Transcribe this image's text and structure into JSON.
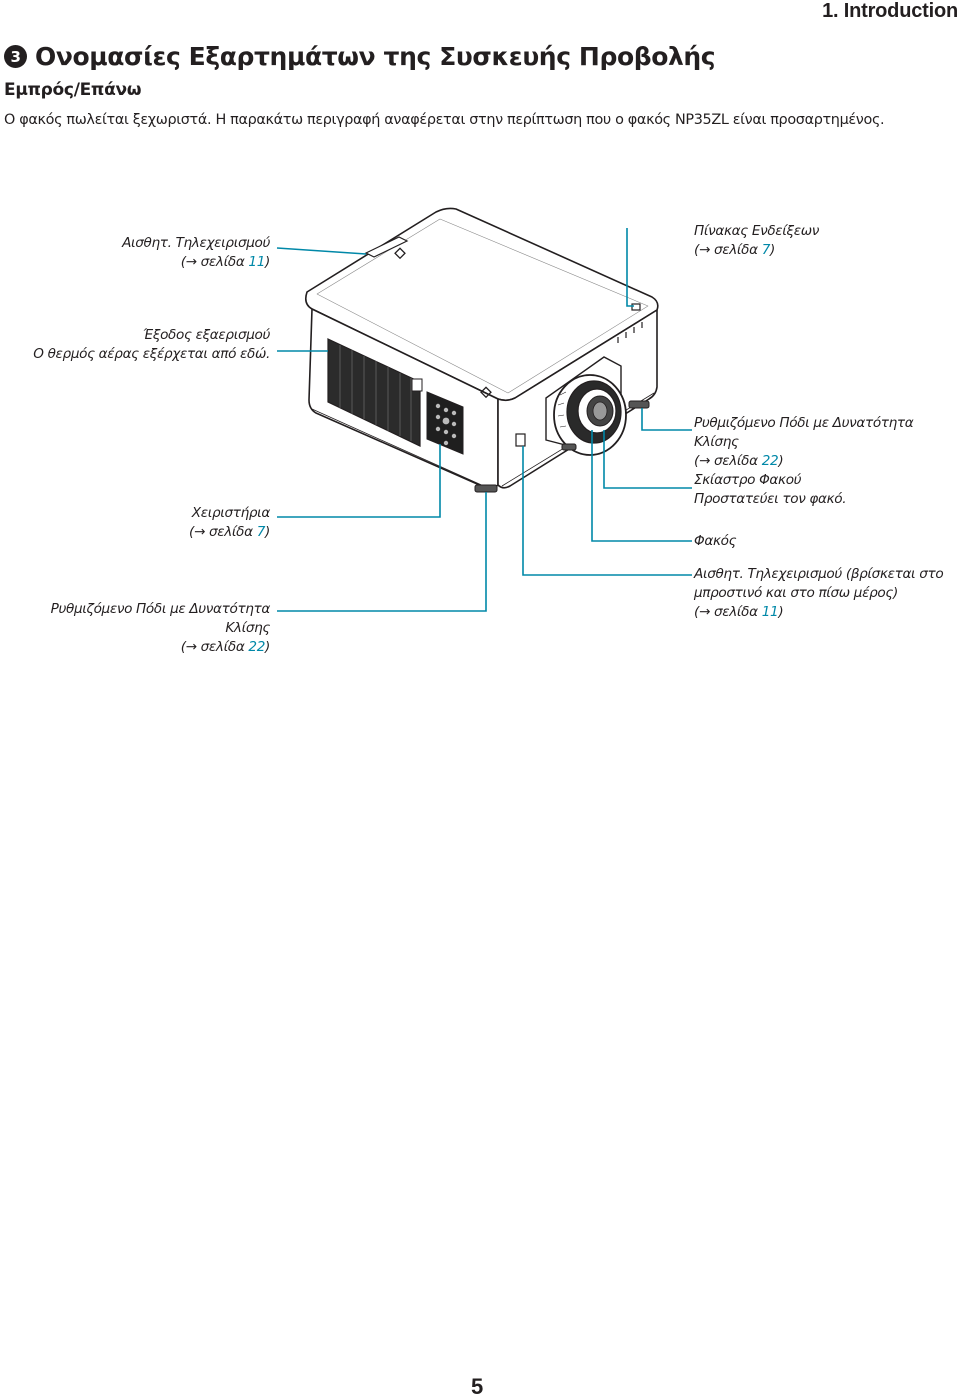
{
  "header": {
    "chapter": "1. Introduction"
  },
  "section": {
    "number": "3",
    "title": "Ονομασίες Εξαρτημάτων της Συσκευής Προβολής",
    "subtitle": "Εμπρός/Επάνω",
    "intro": "Ο φακός πωλείται ξεχωριστά. Η παρακάτω περιγραφή αναφέρεται στην περίπτωση που ο φακός NP35ZL είναι προσαρτημένος."
  },
  "callouts": {
    "remote_sensor_top": {
      "line1": "Αισθητ. Τηλεχειρισμού",
      "ref_prefix": "(→ σελίδα ",
      "page": "11",
      "ref_suffix": ")"
    },
    "exhaust_vent": {
      "line1": "Έξοδος εξαερισμού",
      "line2": "Ο θερμός αέρας εξέρχεται από εδώ."
    },
    "controls": {
      "line1": "Χειριστήρια",
      "ref_prefix": "(→ σελίδα ",
      "page": "7",
      "ref_suffix": ")"
    },
    "tilt_foot_left": {
      "line1": "Ρυθμιζόμενο Πόδι με Δυνατότητα",
      "line2": "Κλίσης",
      "ref_prefix": "(→ σελίδα ",
      "page": "22",
      "ref_suffix": ")"
    },
    "indicator_panel": {
      "line1": "Πίνακας Ενδείξεων",
      "ref_prefix": "(→ σελίδα ",
      "page": "7",
      "ref_suffix": ")"
    },
    "tilt_foot_right": {
      "line1": "Ρυθμιζόμενο Πόδι με Δυνατότητα Κλίσης",
      "ref_prefix": "(→ σελίδα ",
      "page": "22",
      "ref_suffix": ")"
    },
    "lens_cap": {
      "line1": "Σκίαστρο Φακού",
      "line2": "Προστατεύει τον φακό."
    },
    "lens": {
      "line1": "Φακός"
    },
    "remote_sensor_front": {
      "line1": "Αισθητ. Τηλεχειρισμού (βρίσκεται στο",
      "line2": "μπροστινό και στο πίσω μέρος)",
      "ref_prefix": "(→ σελίδα ",
      "page": "11",
      "ref_suffix": ")"
    }
  },
  "colors": {
    "page_link": "#0088a8",
    "leader_line": "#0088a8",
    "text": "#231f20"
  },
  "footer": {
    "page_number": "5"
  }
}
